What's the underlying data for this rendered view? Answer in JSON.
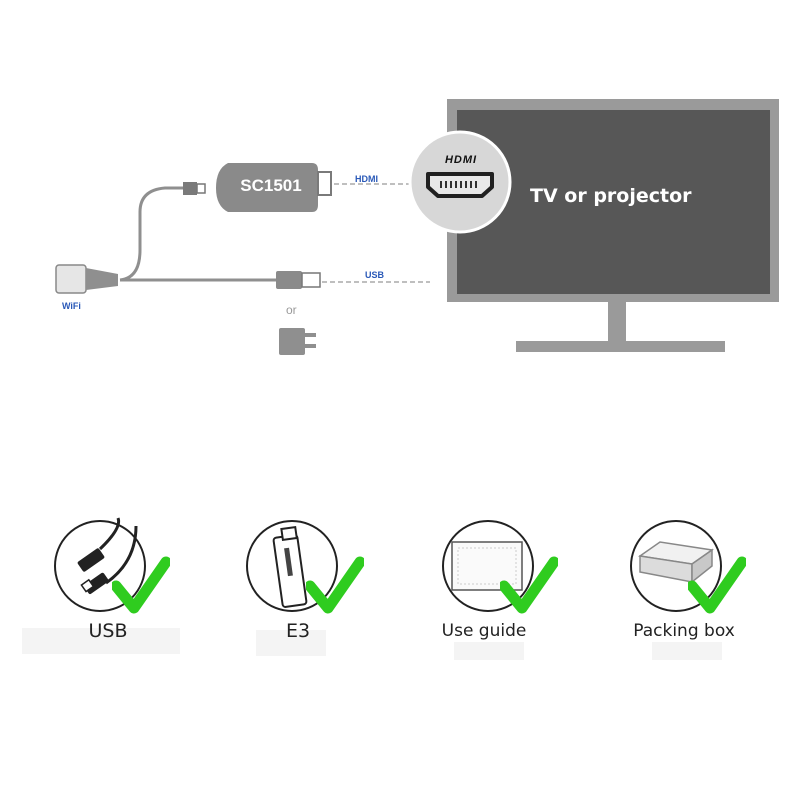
{
  "diagram": {
    "device_label": "SC1501",
    "hdmi_logo": "HDMI",
    "hdmi_line_label": "HDMI",
    "usb_line_label": "USB",
    "wifi_label": "WiFi",
    "or_label": "or",
    "tv_label": "TV or projector",
    "colors": {
      "tv_frame": "#999999",
      "tv_screen": "#565656",
      "accent_text": "#2a59b8"
    }
  },
  "package_items": [
    {
      "label": "USB",
      "icon": "usb-cable-icon"
    },
    {
      "label": "E3",
      "icon": "dongle-icon"
    },
    {
      "label": "Use guide",
      "icon": "guide-icon"
    },
    {
      "label": "Packing box",
      "icon": "box-icon"
    }
  ],
  "colors": {
    "check": "#2fcc1f"
  }
}
